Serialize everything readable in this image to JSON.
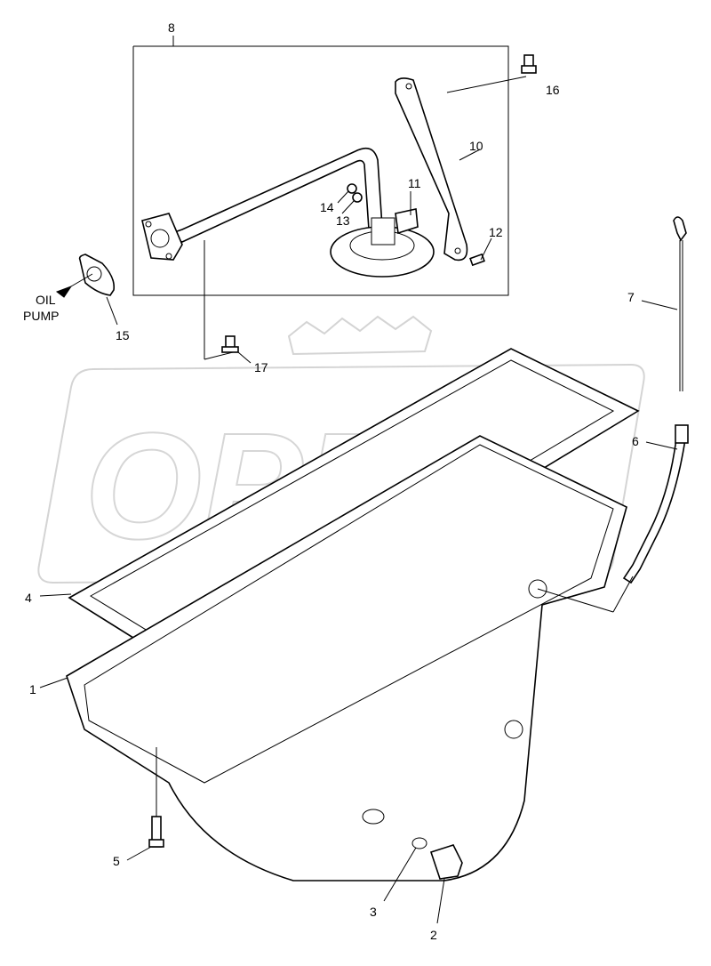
{
  "diagram": {
    "watermark_text": "OPEX",
    "annotations": {
      "oil_pump_line1": "OIL",
      "oil_pump_line2": "PUMP"
    },
    "callouts": [
      "1",
      "2",
      "3",
      "4",
      "5",
      "6",
      "7",
      "8",
      "10",
      "11",
      "12",
      "13",
      "14",
      "15",
      "16",
      "17"
    ]
  }
}
